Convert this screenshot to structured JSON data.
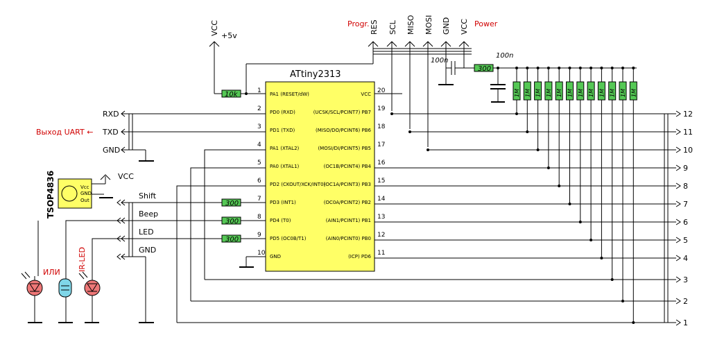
{
  "chip": {
    "name": "ATtiny2313",
    "left_pins": [
      {
        "num": "1",
        "label": "PA1 (RESET/dW)"
      },
      {
        "num": "2",
        "label": "PD0 (RXD)"
      },
      {
        "num": "3",
        "label": "PD1 (TXD)"
      },
      {
        "num": "4",
        "label": "PA1 (XTAL2)"
      },
      {
        "num": "5",
        "label": "PA0 (XTAL1)"
      },
      {
        "num": "6",
        "label": "PD2 (CKOUT/XCK/INT0)"
      },
      {
        "num": "7",
        "label": "PD3 (INT1)"
      },
      {
        "num": "8",
        "label": "PD4 (T0)"
      },
      {
        "num": "9",
        "label": "PD5 (OC0B/T1)"
      },
      {
        "num": "10",
        "label": "GND"
      }
    ],
    "right_pins": [
      {
        "num": "20",
        "label": "VCC"
      },
      {
        "num": "19",
        "label": "(UCSK/SCL/PCINT7) PB7"
      },
      {
        "num": "18",
        "label": "(MISO/DO/PCINT6) PB6"
      },
      {
        "num": "17",
        "label": "(MOSI/DI/PCINT5) PB5"
      },
      {
        "num": "16",
        "label": "(OC1B/PCINT4) PB4"
      },
      {
        "num": "15",
        "label": "(OC1A/PCINT3) PB3"
      },
      {
        "num": "14",
        "label": "(OC0A/PCINT2) PB2"
      },
      {
        "num": "13",
        "label": "(AIN1/PCINT1) PB1"
      },
      {
        "num": "12",
        "label": "(AIN0/PCINT0) PB0"
      },
      {
        "num": "11",
        "label": "(ICP) PD6"
      }
    ]
  },
  "power": {
    "vcc_label": "VCC",
    "plus5v_label": "+5v"
  },
  "prog_header": {
    "title": "Progr.",
    "pins": [
      "RES",
      "SCL",
      "MISO",
      "MOSI"
    ]
  },
  "power_header": {
    "title": "Power",
    "pins": [
      "GND",
      "VCC"
    ]
  },
  "caps": {
    "c1": "100n",
    "c2": "100n"
  },
  "resistors": {
    "r_reset": "10k",
    "r_power": "300",
    "r_shift": "300",
    "r_beep": "300",
    "r_led": "300",
    "r_pull": "1M"
  },
  "uart": {
    "rxd": "RXD",
    "txd": "TXD",
    "gnd": "GND",
    "out_label": "Выход UART ←"
  },
  "ir_receiver": {
    "name": "TSOP4836",
    "vcc": "VCC",
    "pin_vcc": "Vcc",
    "pin_gnd": "GND",
    "pin_out": "Out"
  },
  "left_signals": {
    "shift": "Shift",
    "beep": "Beep",
    "led": "LED",
    "gnd": "GND"
  },
  "leds": {
    "or_label": "ИЛИ",
    "ir_label": "IR-LED"
  },
  "outputs": [
    "12",
    "11",
    "10",
    "9",
    "8",
    "7",
    "6",
    "5",
    "4",
    "3",
    "2",
    "1"
  ]
}
